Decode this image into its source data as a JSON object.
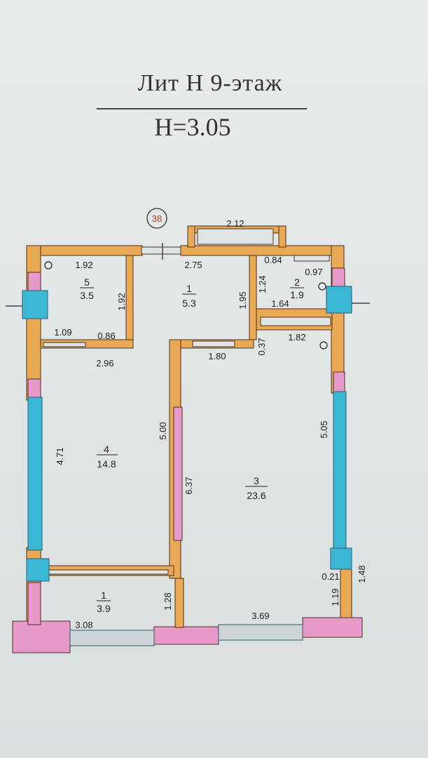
{
  "header": {
    "title": "Лит Н  9-этаж",
    "height": "H=3.05"
  },
  "apartment_number": "38",
  "rooms": [
    {
      "num": "1",
      "area": "5.3"
    },
    {
      "num": "2",
      "area": "1.9"
    },
    {
      "num": "3",
      "area": "23.6"
    },
    {
      "num": "4",
      "area": "14.8"
    },
    {
      "num": "5",
      "area": "3.5"
    },
    {
      "num": "1",
      "area": "3.9"
    }
  ],
  "dimensions": {
    "d212": "2.12",
    "d192a": "1.92",
    "d275": "2.75",
    "d084": "0.84",
    "d097": "0.97",
    "d192b": "1.92",
    "d195": "1.95",
    "d124": "1.24",
    "d164": "1.64",
    "d109": "1.09",
    "d086": "0.86",
    "d037": "0.37",
    "d182": "1.82",
    "d296": "2.96",
    "d180": "1.80",
    "d500": "5.00",
    "d505": "5.05",
    "d471": "4.71",
    "d637": "6.37",
    "d021": "0.21",
    "d148": "1.48",
    "d119": "1.19",
    "d128": "1.28",
    "d308": "3.08",
    "d369": "3.69"
  },
  "colors": {
    "wall_orange": "#eaa955",
    "wall_pink": "#e79ac9",
    "window_blue": "#3ab8d6",
    "wall_outline": "#4a3020"
  }
}
